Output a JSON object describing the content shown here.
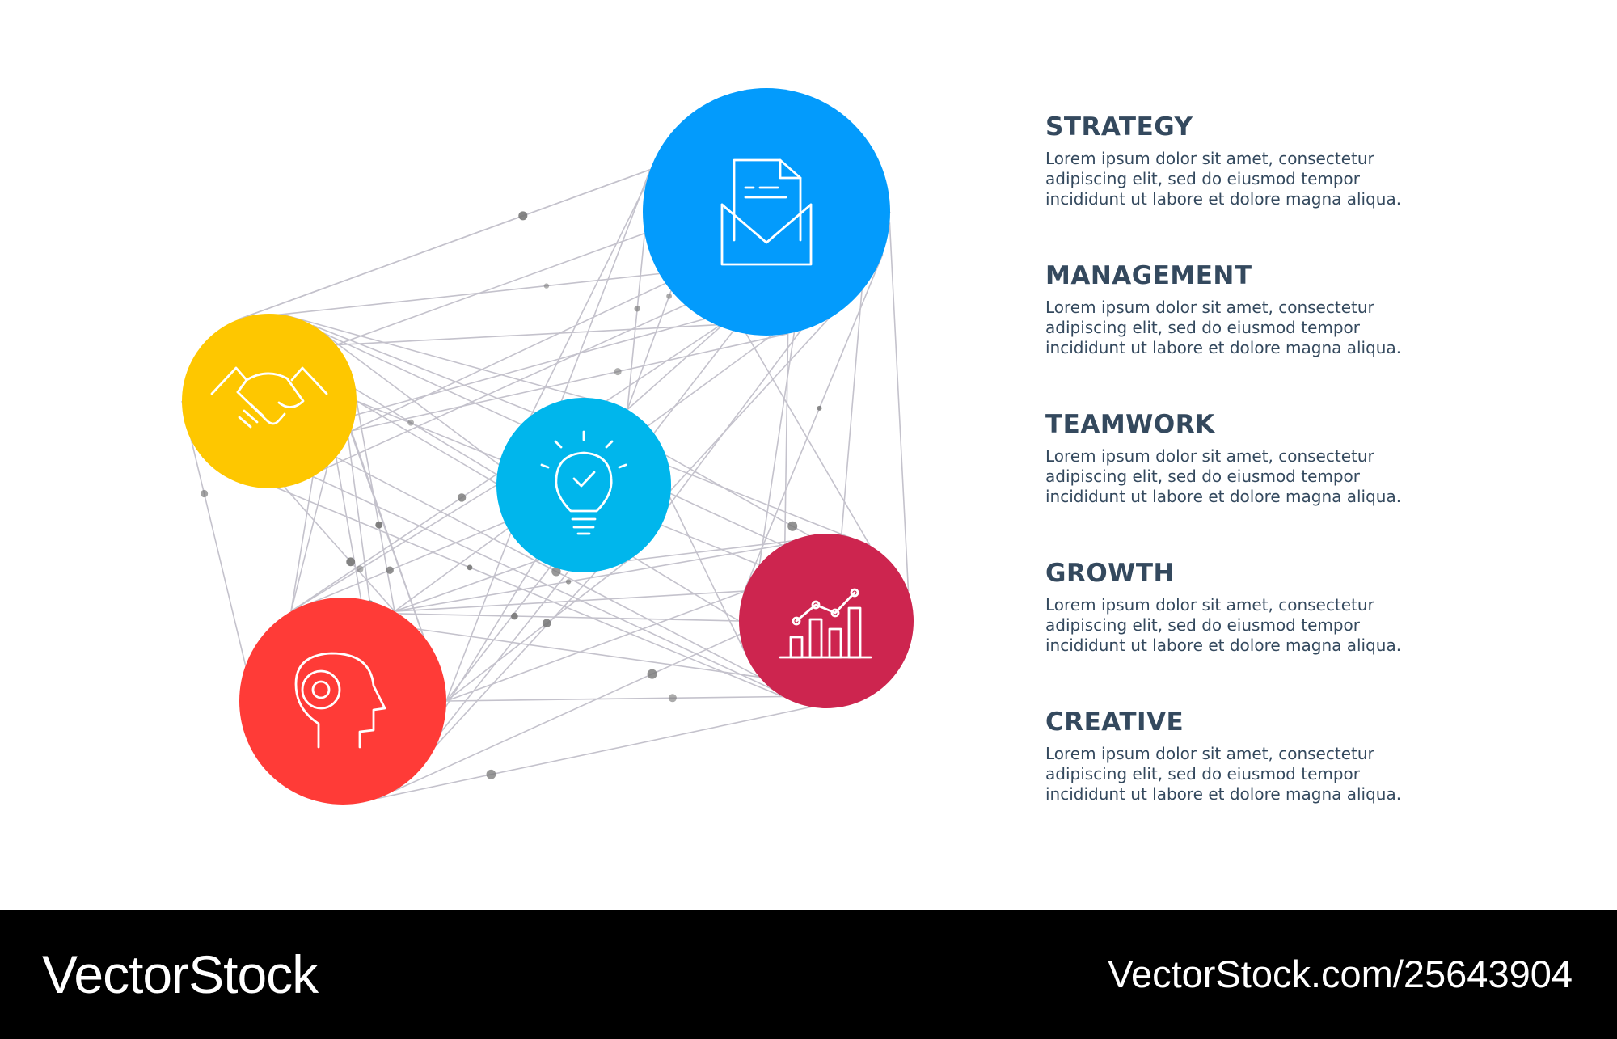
{
  "nodes": [
    {
      "id": "strategy",
      "color": "#039bfc",
      "icon": "envelope-document-icon"
    },
    {
      "id": "management",
      "color": "#fec700",
      "icon": "handshake-icon"
    },
    {
      "id": "teamwork",
      "color": "#00b6ec",
      "icon": "lightbulb-check-icon"
    },
    {
      "id": "growth",
      "color": "#cd254f",
      "icon": "bar-chart-growth-icon"
    },
    {
      "id": "creative",
      "color": "#ff3b37",
      "icon": "head-gear-icon"
    }
  ],
  "items": [
    {
      "title": "STRATEGY",
      "body": "Lorem ipsum dolor sit amet, consectetur adipiscing elit, sed do eiusmod tempor incididunt ut labore et dolore magna aliqua."
    },
    {
      "title": "MANAGEMENT",
      "body": "Lorem ipsum dolor sit amet, consectetur adipiscing elit, sed do eiusmod tempor incididunt ut labore et dolore magna aliqua."
    },
    {
      "title": "TEAMWORK",
      "body": "Lorem ipsum dolor sit amet, consectetur adipiscing elit, sed do eiusmod tempor incididunt ut labore et dolore magna aliqua."
    },
    {
      "title": "GROWTH",
      "body": "Lorem ipsum dolor sit amet, consectetur adipiscing elit, sed do eiusmod tempor incididunt ut labore et dolore magna aliqua."
    },
    {
      "title": "CREATIVE",
      "body": "Lorem ipsum dolor sit amet, consectetur adipiscing elit, sed do eiusmod tempor incididunt ut labore et dolore magna aliqua."
    }
  ],
  "footer": {
    "brand": "VectorStock",
    "url": "VectorStock.com/25643904",
    "background": "#000000"
  },
  "text_color": "#34495e",
  "line_color": "#c4c2cc",
  "dot_color": "#777777"
}
